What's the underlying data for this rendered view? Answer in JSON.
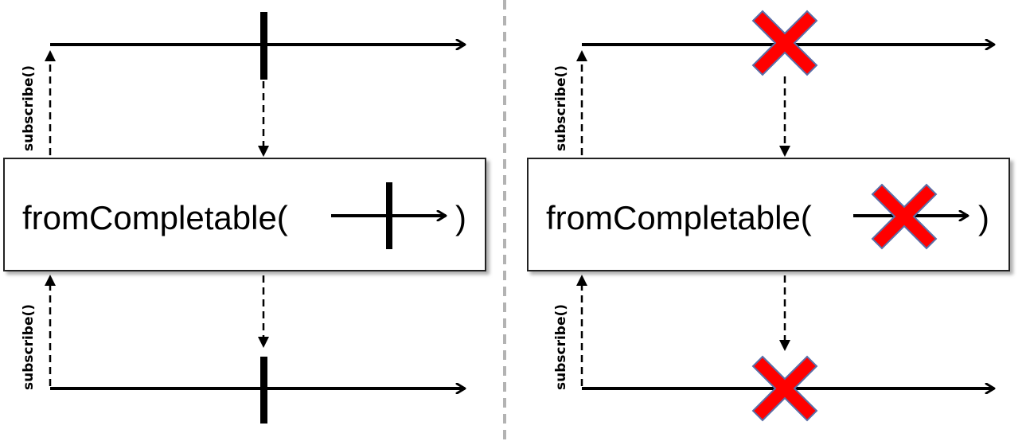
{
  "left_panel": {
    "operator_label": "fromCompletable(",
    "operator_close": ")",
    "subscribe_upper": "subscribe()",
    "subscribe_lower": "subscribe()",
    "terminal_event": "complete"
  },
  "right_panel": {
    "operator_label": "fromCompletable(",
    "operator_close": ")",
    "subscribe_upper": "subscribe()",
    "subscribe_lower": "subscribe()",
    "terminal_event": "error"
  },
  "colors": {
    "line": "#000000",
    "error_fill": "#ff0000",
    "error_stroke": "#5a6fa8",
    "divider": "#b3b3b3",
    "box_border": "#222222",
    "box_shadow": "#9a9a9a"
  }
}
